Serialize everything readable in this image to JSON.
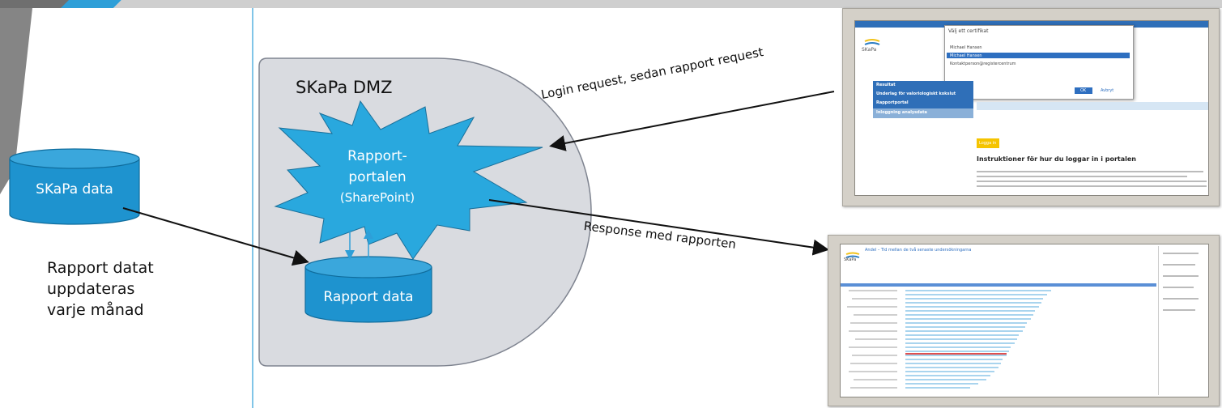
{
  "diagram": {
    "dmz_title": "SKaPa DMZ",
    "portal_label_line1": "Rapport-",
    "portal_label_line2": "portalen",
    "portal_label_line3": "(SharePoint)",
    "source_db_label": "SKaPa data",
    "report_db_label": "Rapport data",
    "update_note_line1": "Rapport datat",
    "update_note_line2": "uppdateras",
    "update_note_line3": "varje månad",
    "request_arrow_label": "Login request, sedan rapport request",
    "response_arrow_label": "Response med rapporten"
  },
  "login_screenshot": {
    "logo_text": "SKaPa",
    "dialog_title": "Välj ett certifikat",
    "cert_rows": [
      "Michael Hansen",
      "Michael Hansen",
      "Kontaktperson@registercentrum"
    ],
    "ok_label": "OK",
    "cancel_label": "Avbryt",
    "menu_items": [
      "Resultat",
      "Underlag för valoriologiskt kokslut",
      "Rapportportal",
      "Inloggning analysdata"
    ],
    "login_button": "Logga in",
    "instructions_title": "Instruktioner för hur du loggar in i portalen"
  },
  "report_screenshot": {
    "logo_text": "SKaPa",
    "header_title": "Andel – Tid mellan de två senaste undersökningarna"
  },
  "colors": {
    "cylinder_fill": "#1e93cf",
    "starburst_fill": "#29a8de",
    "dmz_fill": "#d9dbe0",
    "accent_line": "#2e9fd8"
  }
}
